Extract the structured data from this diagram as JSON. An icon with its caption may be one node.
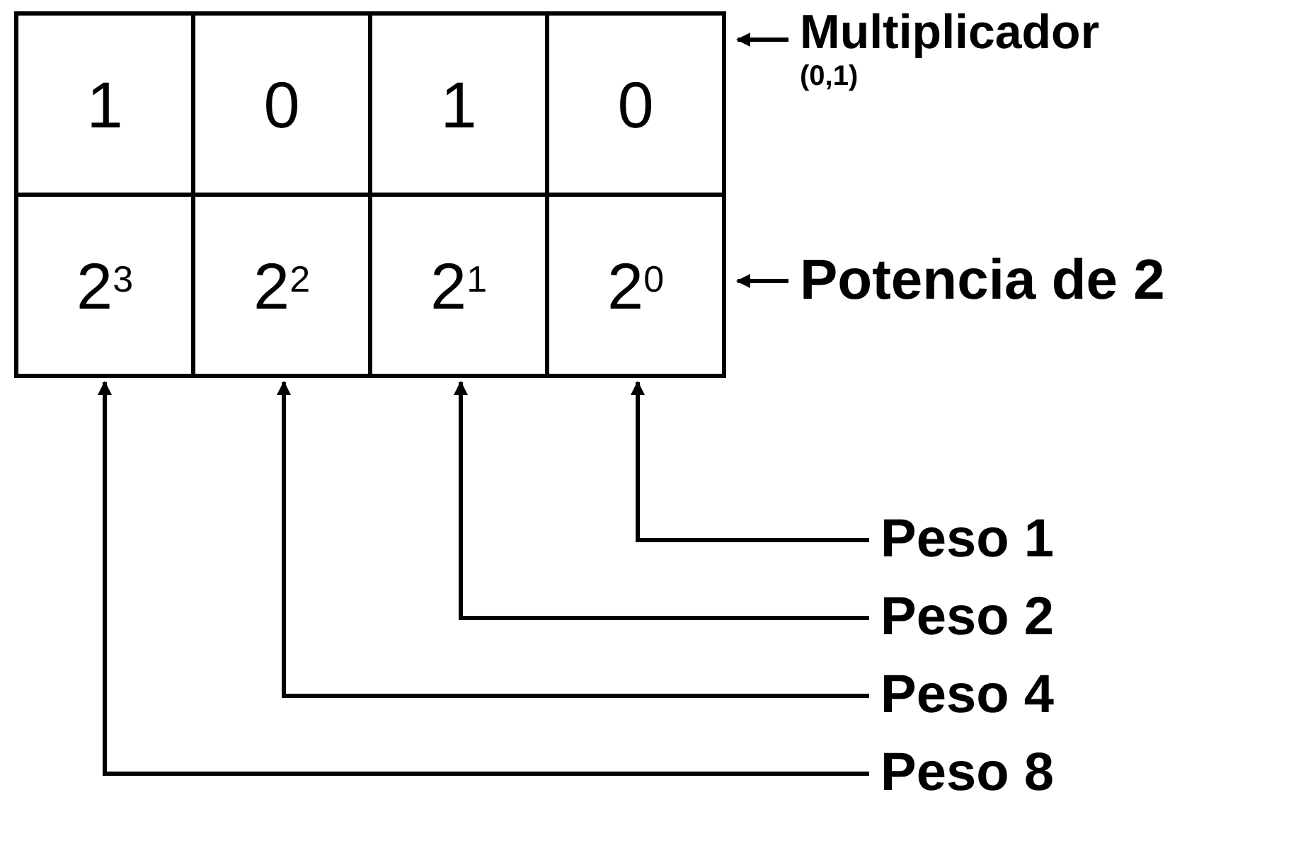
{
  "diagram": {
    "nodes": [
      {
        "text": [
          "1"
        ]
      },
      {
        "text": [
          "0"
        ]
      },
      {
        "text": [
          "1"
        ]
      },
      {
        "text": [
          "0"
        ]
      },
      {
        "text": [
          "2$^{3}$"
        ]
      },
      {
        "text": [
          "2$^{2}$"
        ]
      },
      {
        "text": [
          "2$^{1}$"
        ]
      },
      {
        "text": [
          "2$^{0}$"
        ]
      },
      {
        "text": [
          "Multiplicador",
          "(0,1)"
        ]
      },
      {
        "text": [
          "Potencia de 2"
        ]
      },
      {
        "text": [
          "Peso 1"
        ]
      },
      {
        "text": [
          "Peso 2"
        ]
      },
      {
        "text": [
          "Peso 4"
        ]
      },
      {
        "text": [
          "Peso 8"
        ]
      }
    ],
    "edges": [
      {
        "from": 8,
        "to": 3,
        "arrow": "to"
      },
      {
        "from": 9,
        "to": 7,
        "arrow": "to"
      },
      {
        "from": 10,
        "to": 7,
        "arrow": "to"
      },
      {
        "from": 11,
        "to": 6,
        "arrow": "to"
      },
      {
        "from": 12,
        "to": 5,
        "arrow": "to"
      },
      {
        "from": 13,
        "to": 4,
        "arrow": "to"
      }
    ]
  }
}
